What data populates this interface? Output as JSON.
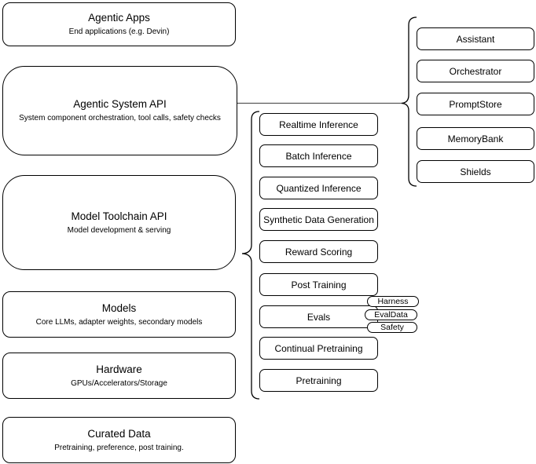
{
  "stack": [
    {
      "title": "Agentic Apps",
      "subtitle": "End applications (e.g. Devin)"
    },
    {
      "title": "Agentic System API",
      "subtitle": "System component orchestration, tool calls, safety checks"
    },
    {
      "title": "Model Toolchain API",
      "subtitle": "Model development & serving"
    },
    {
      "title": "Models",
      "subtitle": "Core LLMs, adapter weights, secondary models"
    },
    {
      "title": "Hardware",
      "subtitle": "GPUs/Accelerators/Storage"
    },
    {
      "title": "Curated Data",
      "subtitle": "Pretraining, preference, post training."
    }
  ],
  "toolchain_components": [
    {
      "label": "Realtime Inference"
    },
    {
      "label": "Batch Inference"
    },
    {
      "label": "Quantized Inference"
    },
    {
      "label": "Synthetic Data Generation"
    },
    {
      "label": "Reward Scoring"
    },
    {
      "label": "Post Training"
    },
    {
      "label": "Evals"
    },
    {
      "label": "Continual Pretraining"
    },
    {
      "label": "Pretraining"
    }
  ],
  "evals_tags": [
    {
      "label": "Harness"
    },
    {
      "label": "EvalData"
    },
    {
      "label": "Safety"
    }
  ],
  "system_components": [
    {
      "label": "Assistant"
    },
    {
      "label": "Orchestrator"
    },
    {
      "label": "PromptStore"
    },
    {
      "label": "MemoryBank"
    },
    {
      "label": "Shields"
    }
  ],
  "colors": {
    "stroke": "#000000",
    "connector": "#595959",
    "background": "#ffffff"
  }
}
